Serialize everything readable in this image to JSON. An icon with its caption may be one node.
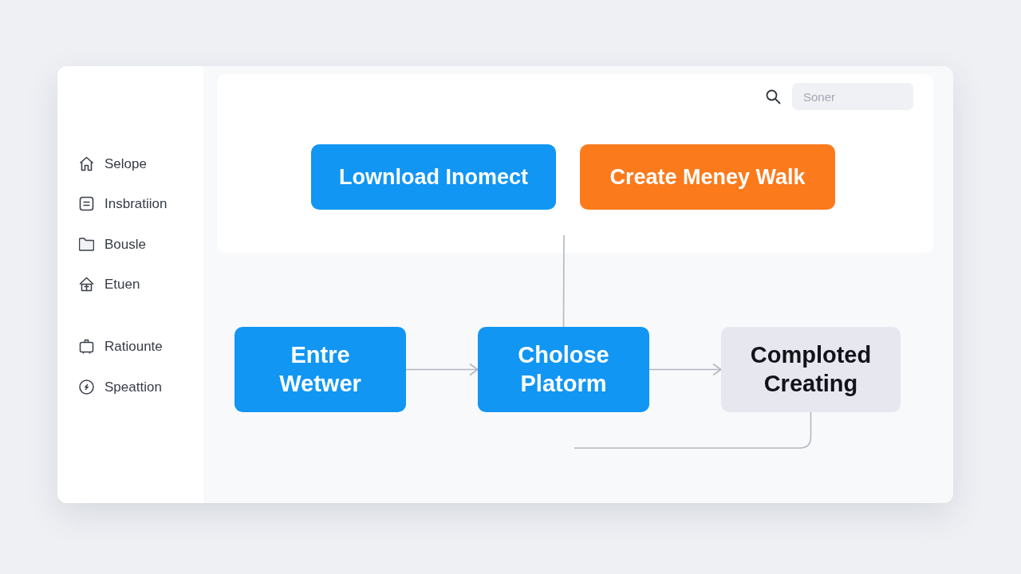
{
  "diagram": {
    "nodes": [
      {
        "text": [
          "Lownload Inomect"
        ]
      },
      {
        "text": [
          "Create Meney Walk"
        ]
      },
      {
        "text": [
          "Entre Wetwer"
        ]
      },
      {
        "text": [
          "Cholose Platorm"
        ]
      },
      {
        "text": [
          "Comploted Creating"
        ]
      }
    ],
    "edges": [
      {
        "from": null,
        "to": 3,
        "arrow": "none"
      },
      {
        "from": 2,
        "to": 3,
        "arrow": "to"
      },
      {
        "from": 3,
        "to": 4,
        "arrow": "to"
      },
      {
        "from": 4,
        "to": null,
        "arrow": "none"
      }
    ],
    "labels": [
      "Selope",
      "Insbratiion",
      "Bousle",
      "Etuen",
      "Ratiounte",
      "Speattion",
      "Soner"
    ]
  }
}
